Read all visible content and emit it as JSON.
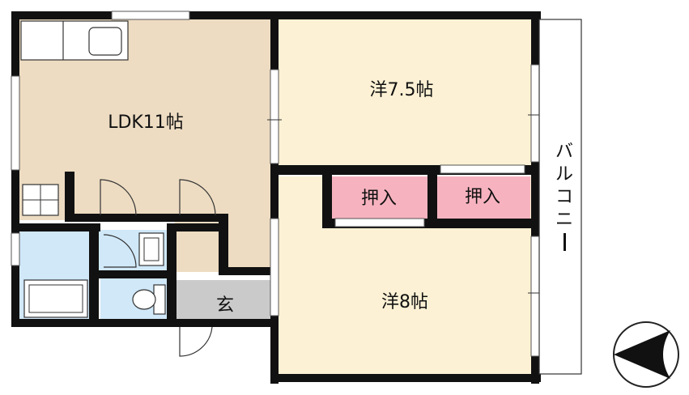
{
  "rooms": {
    "ldk": "LDK11帖",
    "western_1": "洋7.5帖",
    "western_2": "洋8帖",
    "closet_1": "押入",
    "closet_2": "押入",
    "entrance": "玄"
  },
  "balcony": {
    "chars": [
      "バ",
      "ル",
      "コ",
      "ニ",
      "ー"
    ]
  },
  "colors": {
    "floor": "#fcf1d4",
    "ldk": "#eddcc2",
    "wet": "#d0e8f8",
    "closet": "#f6b3bf",
    "entrance": "#cacaca",
    "wall": "#111111"
  }
}
